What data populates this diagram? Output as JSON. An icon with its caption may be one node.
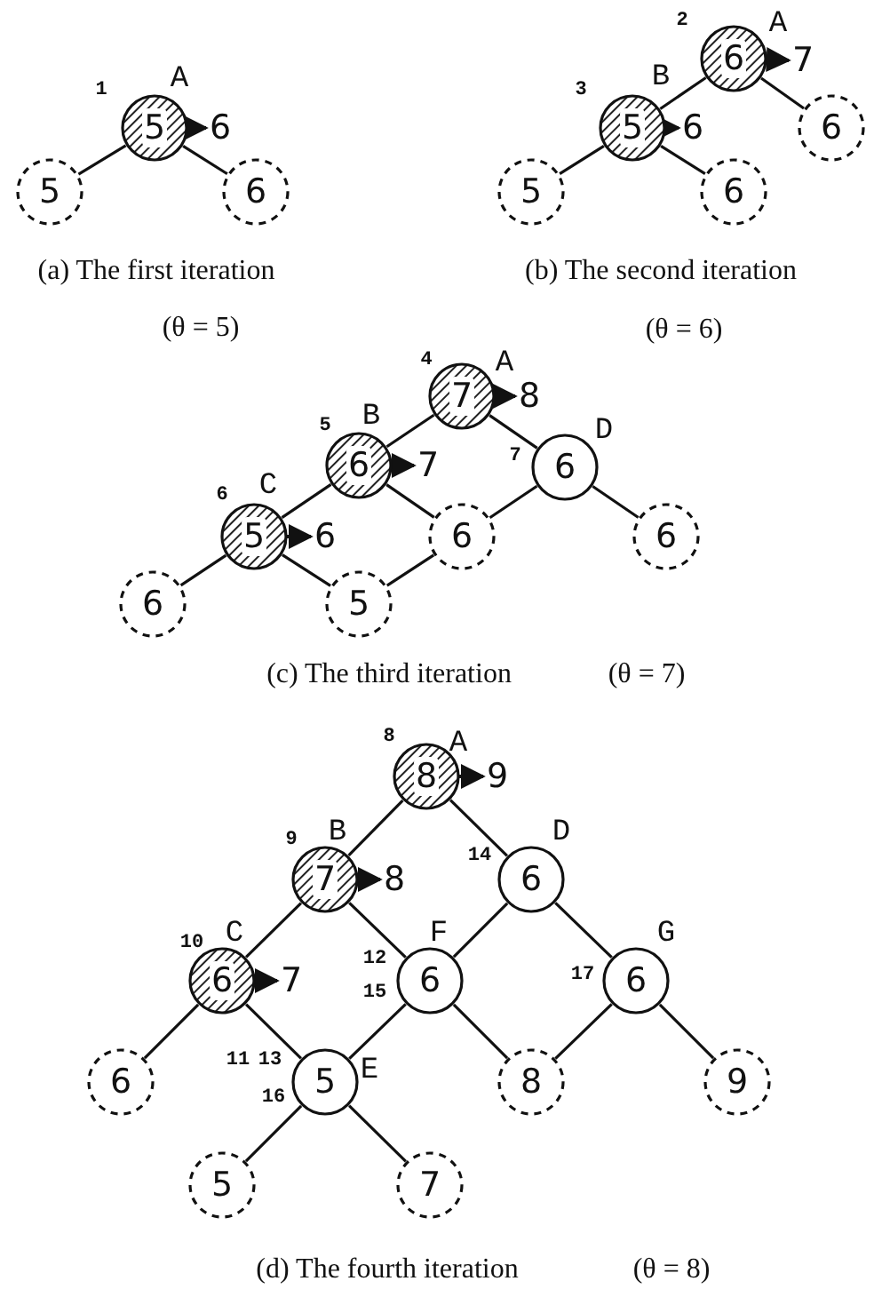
{
  "diagram": {
    "nodes": [
      {
        "text": [
          "5"
        ],
        "beside": [
          "A",
          "1",
          "6"
        ]
      },
      {
        "text": [
          "5"
        ]
      },
      {
        "text": [
          "6"
        ]
      },
      {
        "text": [
          "6"
        ],
        "beside": [
          "A",
          "2",
          "7"
        ]
      },
      {
        "text": [
          "5"
        ],
        "beside": [
          "B",
          "3",
          "6"
        ]
      },
      {
        "text": [
          "5"
        ]
      },
      {
        "text": [
          "6"
        ]
      },
      {
        "text": [
          "6"
        ]
      },
      {
        "text": [
          "7"
        ],
        "beside": [
          "A",
          "4",
          "8"
        ]
      },
      {
        "text": [
          "6"
        ],
        "beside": [
          "B",
          "5",
          "7"
        ]
      },
      {
        "text": [
          "6"
        ],
        "beside": [
          "D",
          "7"
        ]
      },
      {
        "text": [
          "5"
        ],
        "beside": [
          "C",
          "6",
          "6"
        ]
      },
      {
        "text": [
          "6"
        ]
      },
      {
        "text": [
          "6"
        ]
      },
      {
        "text": [
          "6"
        ]
      },
      {
        "text": [
          "5"
        ]
      },
      {
        "text": [
          "8"
        ],
        "beside": [
          "A",
          "8",
          "9"
        ]
      },
      {
        "text": [
          "7"
        ],
        "beside": [
          "B",
          "9",
          "8"
        ]
      },
      {
        "text": [
          "6"
        ],
        "beside": [
          "D",
          "14"
        ]
      },
      {
        "text": [
          "6"
        ],
        "beside": [
          "C",
          "10",
          "7"
        ]
      },
      {
        "text": [
          "6"
        ],
        "beside": [
          "F",
          "12",
          "15"
        ]
      },
      {
        "text": [
          "6"
        ],
        "beside": [
          "G",
          "17"
        ]
      },
      {
        "text": [
          "6"
        ]
      },
      {
        "text": [
          "5"
        ],
        "beside": [
          "E",
          "11",
          "13",
          "16"
        ]
      },
      {
        "text": [
          "8"
        ]
      },
      {
        "text": [
          "9"
        ]
      },
      {
        "text": [
          "5"
        ]
      },
      {
        "text": [
          "7"
        ]
      }
    ],
    "edges": [
      {
        "from": 0,
        "to": 1,
        "arrow": "none"
      },
      {
        "from": 0,
        "to": 2,
        "arrow": "none"
      },
      {
        "from": 3,
        "to": 4,
        "arrow": "none"
      },
      {
        "from": 3,
        "to": 7,
        "arrow": "none"
      },
      {
        "from": 4,
        "to": 5,
        "arrow": "none"
      },
      {
        "from": 4,
        "to": 6,
        "arrow": "none"
      },
      {
        "from": 8,
        "to": 9,
        "arrow": "none"
      },
      {
        "from": 8,
        "to": 10,
        "arrow": "none"
      },
      {
        "from": 9,
        "to": 11,
        "arrow": "none"
      },
      {
        "from": 9,
        "to": 12,
        "arrow": "none"
      },
      {
        "from": 10,
        "to": 12,
        "arrow": "none"
      },
      {
        "from": 10,
        "to": 13,
        "arrow": "none"
      },
      {
        "from": 11,
        "to": 14,
        "arrow": "none"
      },
      {
        "from": 11,
        "to": 15,
        "arrow": "none"
      },
      {
        "from": 12,
        "to": 15,
        "arrow": "none"
      },
      {
        "from": 16,
        "to": 17,
        "arrow": "none"
      },
      {
        "from": 16,
        "to": 18,
        "arrow": "none"
      },
      {
        "from": 17,
        "to": 19,
        "arrow": "none"
      },
      {
        "from": 17,
        "to": 20,
        "arrow": "none"
      },
      {
        "from": 18,
        "to": 20,
        "arrow": "none"
      },
      {
        "from": 18,
        "to": 21,
        "arrow": "none"
      },
      {
        "from": 19,
        "to": 22,
        "arrow": "none"
      },
      {
        "from": 19,
        "to": 23,
        "arrow": "none"
      },
      {
        "from": 20,
        "to": 23,
        "arrow": "none"
      },
      {
        "from": 20,
        "to": 24,
        "arrow": "none"
      },
      {
        "from": 21,
        "to": 24,
        "arrow": "none"
      },
      {
        "from": 21,
        "to": 25,
        "arrow": "none"
      },
      {
        "from": 23,
        "to": 26,
        "arrow": "none"
      },
      {
        "from": 23,
        "to": 27,
        "arrow": "none"
      }
    ],
    "labels": [
      "(a) The first iteration",
      "(b)  The second iteration",
      "(θ = 5)",
      "(θ = 6)",
      "(c) The third iteration",
      "(θ = 7)",
      "(d)  The fourth iteration",
      "(θ = 8)"
    ]
  }
}
